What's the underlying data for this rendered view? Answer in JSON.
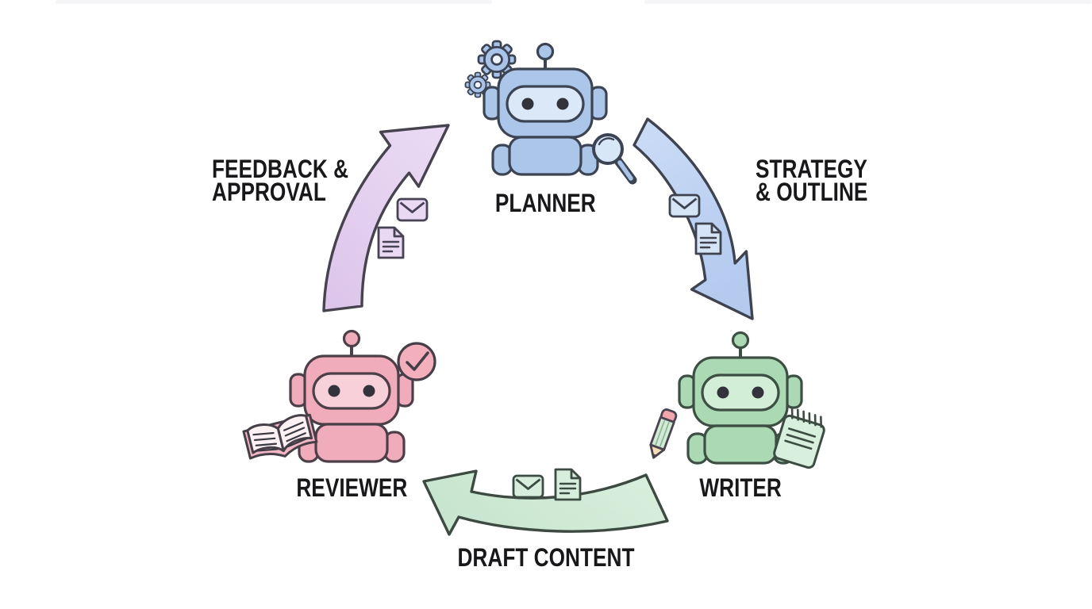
{
  "agents": {
    "planner": {
      "name": "PLANNER",
      "color": "#abc6e9",
      "face_color": "#dae8f8",
      "icons": [
        "gear-icon",
        "magnifying-glass-icon"
      ]
    },
    "writer": {
      "name": "WRITER",
      "color": "#abd9b4",
      "face_color": "#d2eed7",
      "icons": [
        "pencil-icon",
        "notepad-icon"
      ]
    },
    "reviewer": {
      "name": "REVIEWER",
      "color": "#f1acbb",
      "face_color": "#f8d0d9",
      "icons": [
        "open-book-icon",
        "check-circle-icon"
      ]
    }
  },
  "flows": {
    "strategy": {
      "from": "PLANNER",
      "to": "WRITER",
      "line1": "STRATEGY",
      "line2": "& OUTLINE",
      "color": "#bdd2f1",
      "icons": [
        "envelope-icon",
        "document-icon"
      ]
    },
    "draft": {
      "from": "WRITER",
      "to": "REVIEWER",
      "line1": "DRAFT CONTENT",
      "line2": "",
      "color": "#cfe9d5",
      "icons": [
        "envelope-icon",
        "document-icon"
      ]
    },
    "feedback": {
      "from": "REVIEWER",
      "to": "PLANNER",
      "line1": "FEEDBACK &",
      "line2": "APPROVAL",
      "color": "#e2cdee",
      "icons": [
        "envelope-icon",
        "document-icon"
      ]
    }
  },
  "canvas": {
    "background": "#ffffff",
    "outline_color": "#3e3e48",
    "text_color": "#18181b"
  }
}
